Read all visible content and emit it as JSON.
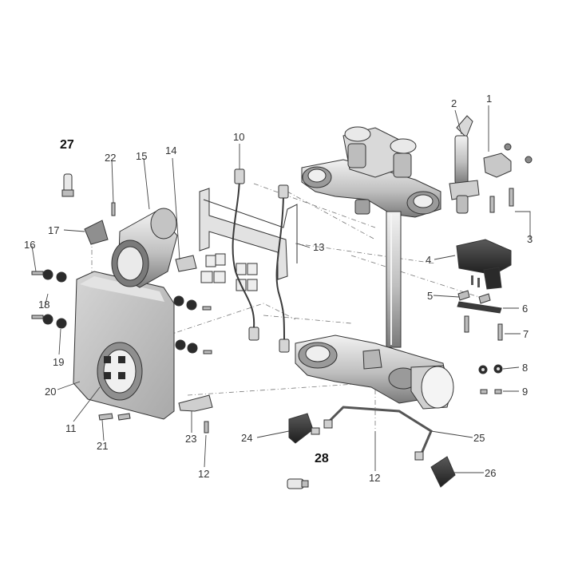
{
  "diagram": {
    "callouts": {
      "c1": "1",
      "c2": "2",
      "c3": "3",
      "c4": "4",
      "c5": "5",
      "c6": "6",
      "c7": "7",
      "c8": "8",
      "c9": "9",
      "c10": "10",
      "c11": "11",
      "c12a": "12",
      "c12b": "12",
      "c13": "13",
      "c14": "14",
      "c15": "15",
      "c16": "16",
      "c17": "17",
      "c18": "18",
      "c19": "19",
      "c20": "20",
      "c21": "21",
      "c22": "22",
      "c23": "23",
      "c24": "24",
      "c25": "25",
      "c26": "26",
      "c27": "27",
      "c28": "28"
    },
    "colors": {
      "line": "#333333",
      "metal_light": "#e6e6e6",
      "metal_mid": "#bdbdbd",
      "metal_dark": "#6e6e6e",
      "housing": "#c9c9c9",
      "black_part": "#2b2b2b"
    }
  }
}
